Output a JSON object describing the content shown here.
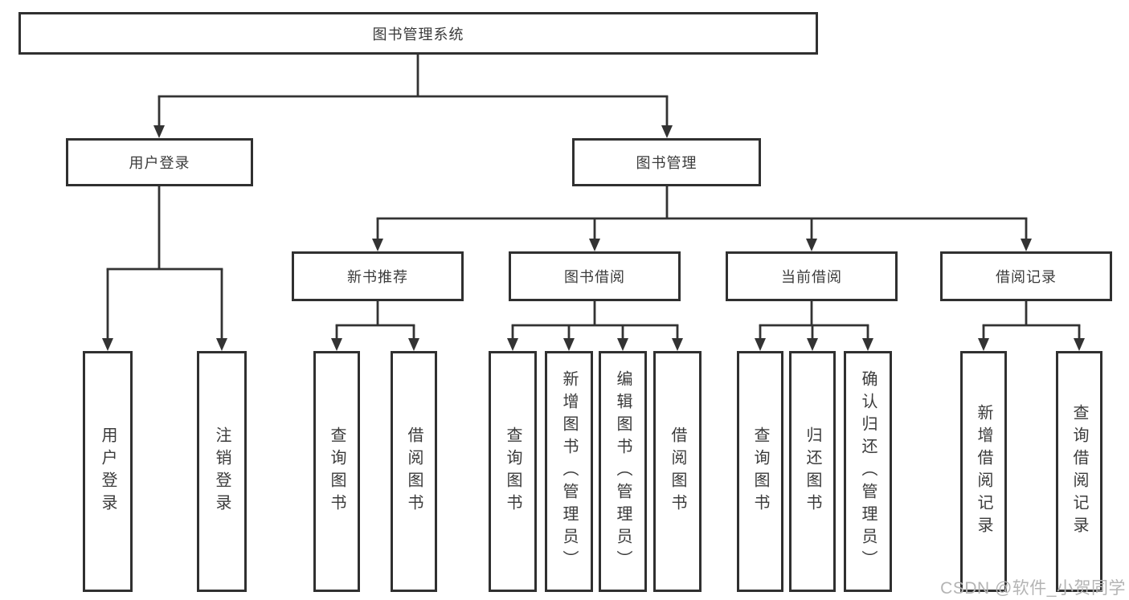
{
  "diagram": {
    "type": "tree-diagram",
    "colors": {
      "background": "#ffffff",
      "box_border": "#303030",
      "line": "#333333",
      "text": "#3b3b3b",
      "watermark": "#b4b4b4"
    },
    "watermark": "CSDN @软件_小贺同学",
    "hierarchy": {
      "label": "图书管理系统",
      "children": [
        {
          "label": "用户登录",
          "children": [
            {
              "label": "用户登录"
            },
            {
              "label": "注销登录"
            }
          ]
        },
        {
          "label": "图书管理",
          "children": [
            {
              "label": "新书推荐",
              "children": [
                {
                  "label": "查询图书"
                },
                {
                  "label": "借阅图书"
                }
              ]
            },
            {
              "label": "图书借阅",
              "children": [
                {
                  "label": "查询图书"
                },
                {
                  "label": "新增图书（管理员）"
                },
                {
                  "label": "编辑图书（管理员）"
                },
                {
                  "label": "借阅图书"
                }
              ]
            },
            {
              "label": "当前借阅",
              "children": [
                {
                  "label": "查询图书"
                },
                {
                  "label": "归还图书"
                },
                {
                  "label": "确认归还（管理员）"
                }
              ]
            },
            {
              "label": "借阅记录",
              "children": [
                {
                  "label": "新增借阅记录"
                },
                {
                  "label": "查询借阅记录"
                }
              ]
            }
          ]
        }
      ]
    }
  }
}
